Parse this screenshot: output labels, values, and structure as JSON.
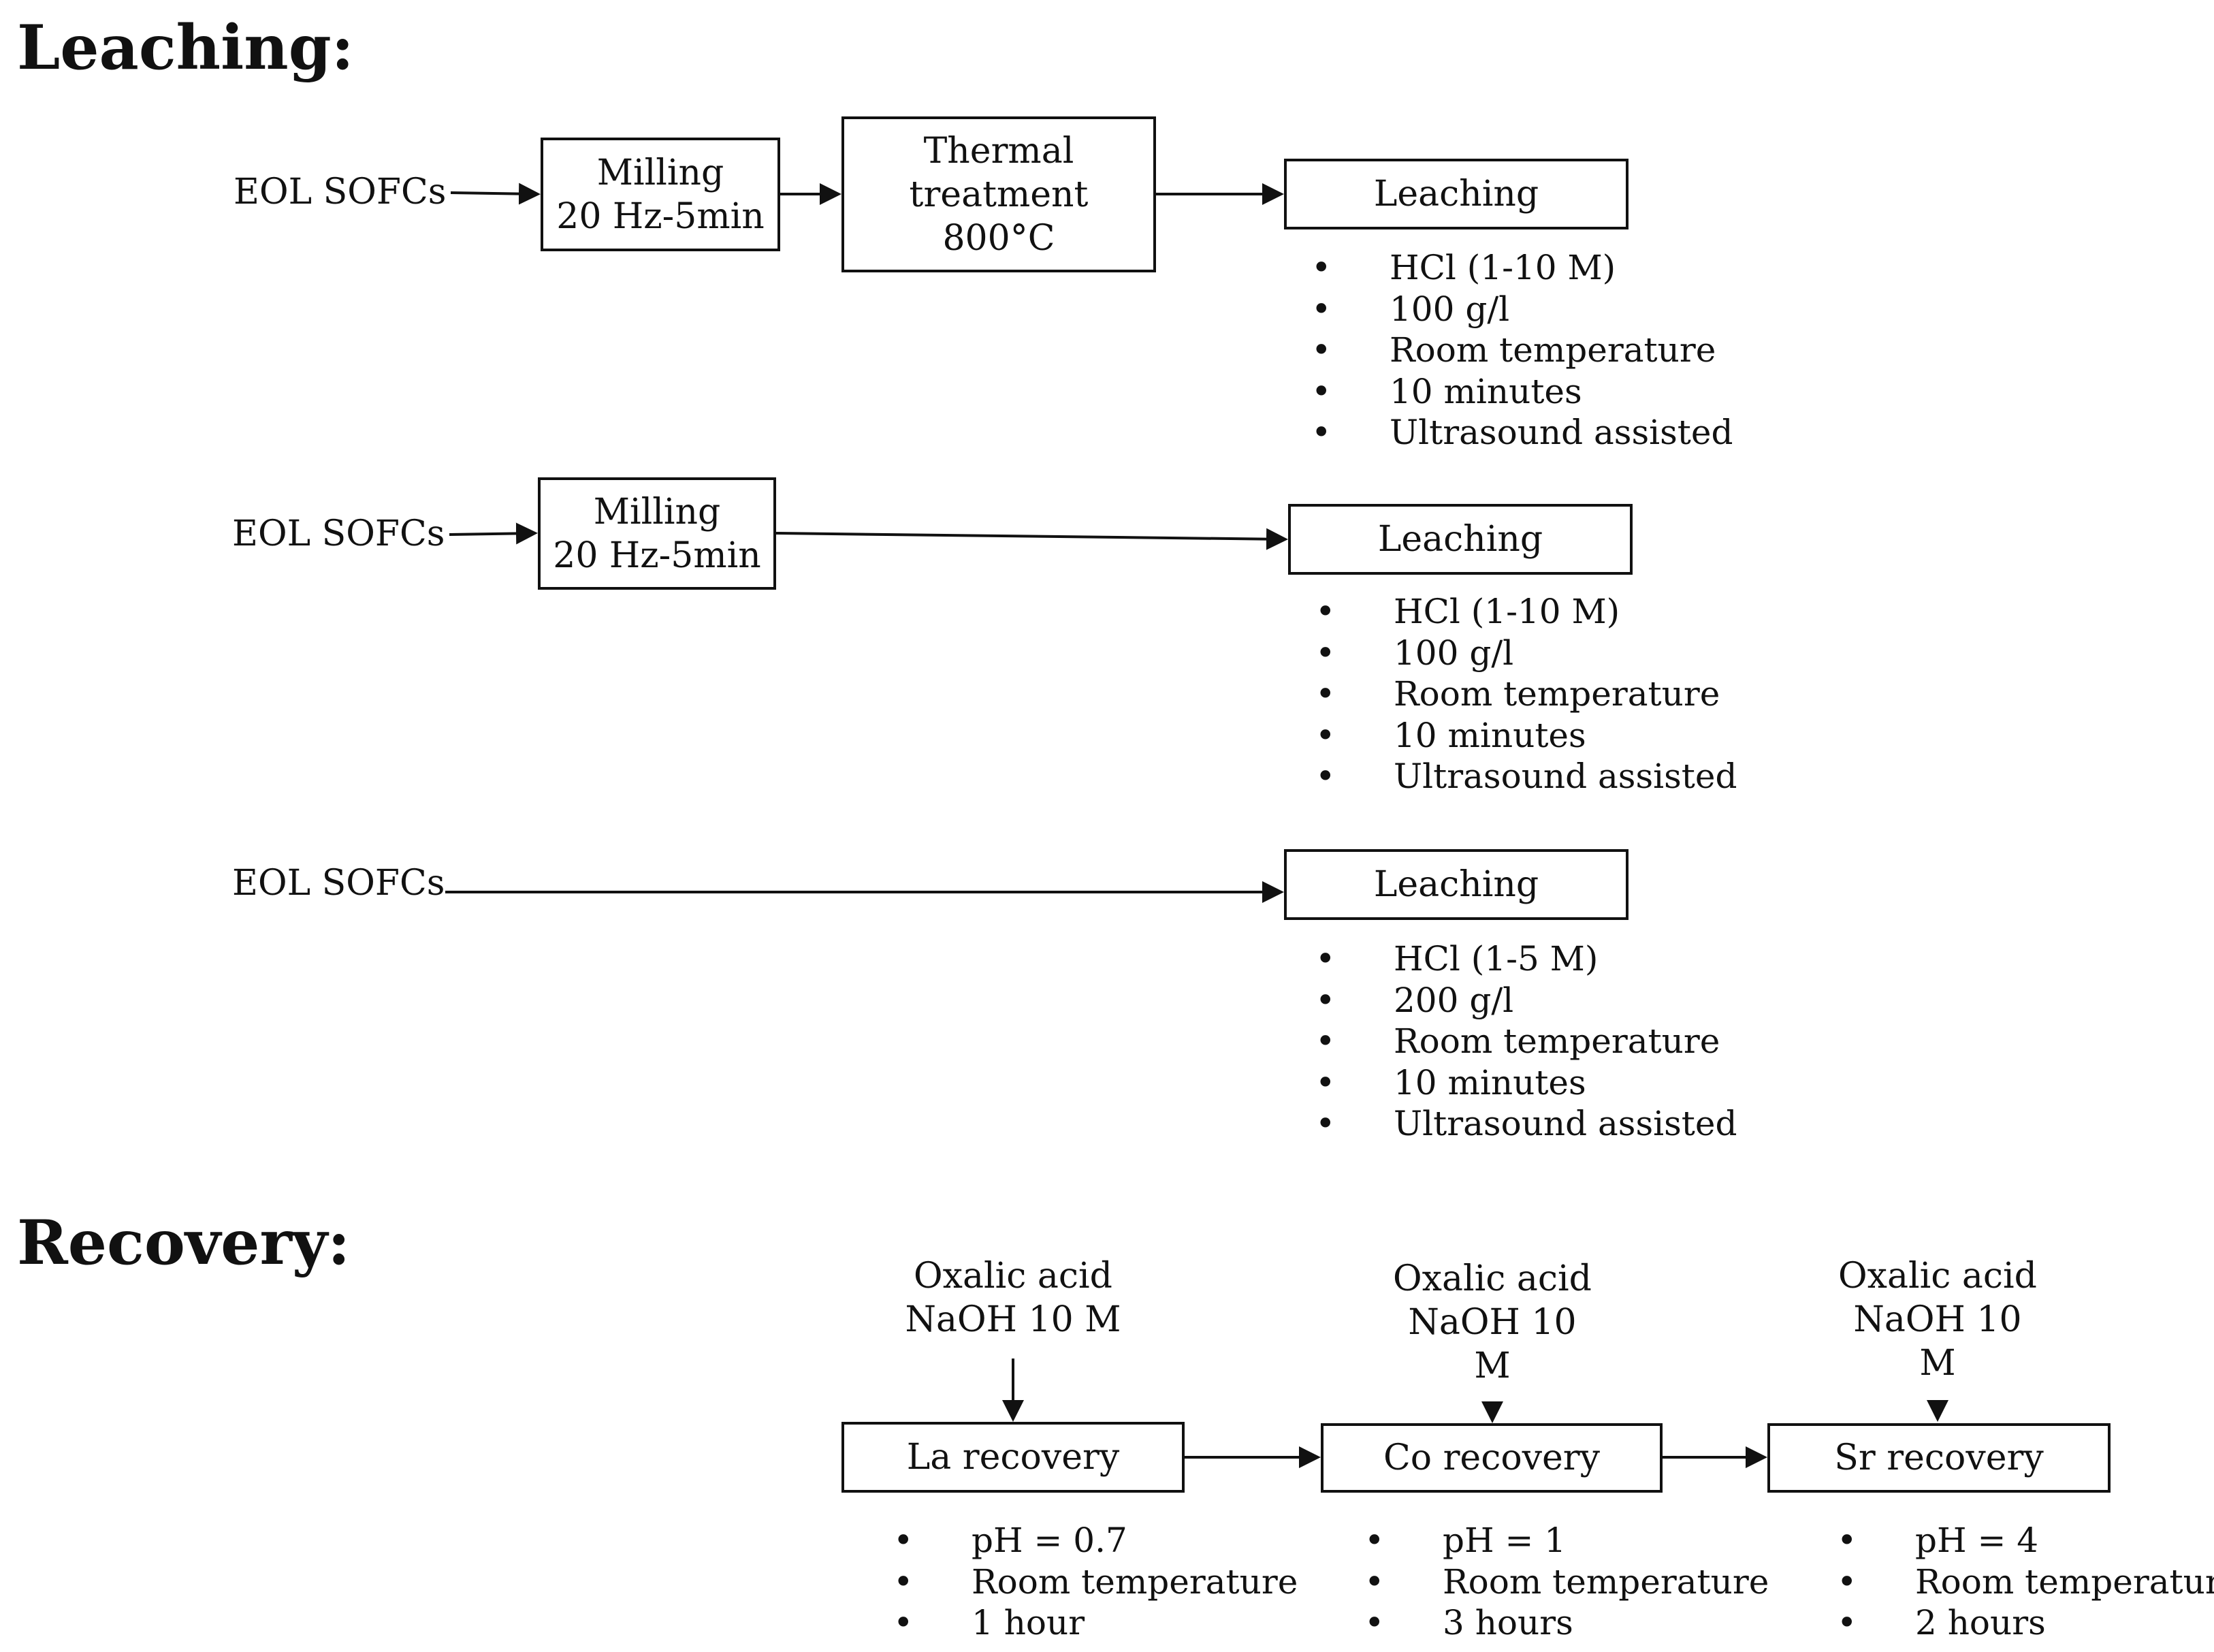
{
  "leaching": {
    "heading": "Leaching:",
    "routes": [
      {
        "source": "EOL SOFCs",
        "milling": [
          "Milling",
          "20 Hz-5min"
        ],
        "thermal": [
          "Thermal",
          "treatment",
          "800°C"
        ],
        "step": "Leaching",
        "conditions": [
          "HCl (1-10 M)",
          "100 g/l",
          "Room temperature",
          "10 minutes",
          "Ultrasound assisted"
        ]
      },
      {
        "source": "EOL SOFCs",
        "milling": [
          "Milling",
          "20 Hz-5min"
        ],
        "step": "Leaching",
        "conditions": [
          "HCl (1-10 M)",
          "100 g/l",
          "Room temperature",
          "10 minutes",
          "Ultrasound assisted"
        ]
      },
      {
        "source": "EOL SOFCs",
        "step": "Leaching",
        "conditions": [
          "HCl (1-5 M)",
          "200 g/l",
          "Room temperature",
          "10 minutes",
          "Ultrasound assisted"
        ]
      }
    ]
  },
  "recovery": {
    "heading": "Recovery:",
    "steps": [
      {
        "reagents": [
          "Oxalic acid",
          "NaOH 10 M"
        ],
        "step": "La recovery",
        "conditions": [
          "pH = 0.7",
          "Room temperature",
          "1 hour"
        ]
      },
      {
        "reagents": [
          "Oxalic acid",
          "NaOH 10",
          "M"
        ],
        "step": "Co recovery",
        "conditions": [
          "pH = 1",
          "Room temperature",
          "3 hours"
        ]
      },
      {
        "reagents": [
          "Oxalic acid",
          "NaOH 10",
          "M"
        ],
        "step": "Sr recovery",
        "conditions": [
          "pH = 4",
          "Room temperature",
          "2 hours"
        ]
      }
    ]
  }
}
